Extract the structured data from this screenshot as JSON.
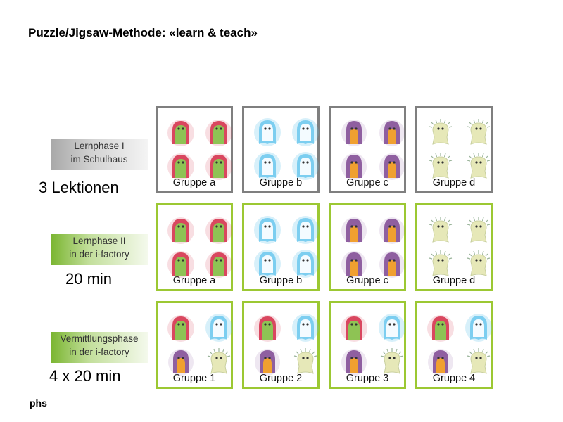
{
  "title": "Puzzle/Jigsaw-Methode:  «learn & teach»",
  "footer": "phs",
  "colors": {
    "red": "#d9475f",
    "blue": "#5ec3ec",
    "purple": "#8f5fa0",
    "yellow": "#e6e8b8",
    "gray_border": "#7f7f7f",
    "green_border": "#9cc833"
  },
  "icons": {
    "red": "red-green-creature-icon",
    "blue": "blue-ghost-icon",
    "purple": "purple-orange-creature-icon",
    "yellow": "spiky-yellow-creature-icon"
  },
  "rows": [
    {
      "label": [
        "Lernphase I",
        "im Schulhaus"
      ],
      "duration": "3 Lektionen",
      "style": "gray",
      "groups": [
        {
          "name": "Gruppe a",
          "members": [
            "red",
            "red",
            "red",
            "red"
          ]
        },
        {
          "name": "Gruppe b",
          "members": [
            "blue",
            "blue",
            "blue",
            "blue"
          ]
        },
        {
          "name": "Gruppe c",
          "members": [
            "purple",
            "purple",
            "purple",
            "purple"
          ]
        },
        {
          "name": "Gruppe d",
          "members": [
            "yellow",
            "yellow",
            "yellow",
            "yellow"
          ]
        }
      ]
    },
    {
      "label": [
        "Lernphase II",
        "in der i-factory"
      ],
      "duration": "20 min",
      "style": "green",
      "groups": [
        {
          "name": "Gruppe a",
          "members": [
            "red",
            "red",
            "red",
            "red"
          ]
        },
        {
          "name": "Gruppe b",
          "members": [
            "blue",
            "blue",
            "blue",
            "blue"
          ]
        },
        {
          "name": "Gruppe c",
          "members": [
            "purple",
            "purple",
            "purple",
            "purple"
          ]
        },
        {
          "name": "Gruppe d",
          "members": [
            "yellow",
            "yellow",
            "yellow",
            "yellow"
          ]
        }
      ]
    },
    {
      "label": [
        "Vermittlungsphase",
        "in der i-factory"
      ],
      "duration": "4 x 20 min",
      "style": "green",
      "groups": [
        {
          "name": "Gruppe 1",
          "members": [
            "red",
            "blue",
            "purple",
            "yellow"
          ]
        },
        {
          "name": "Gruppe 2",
          "members": [
            "red",
            "blue",
            "purple",
            "yellow"
          ]
        },
        {
          "name": "Gruppe 3",
          "members": [
            "red",
            "blue",
            "purple",
            "yellow"
          ]
        },
        {
          "name": "Gruppe 4",
          "members": [
            "red",
            "blue",
            "purple",
            "yellow"
          ]
        }
      ]
    }
  ]
}
